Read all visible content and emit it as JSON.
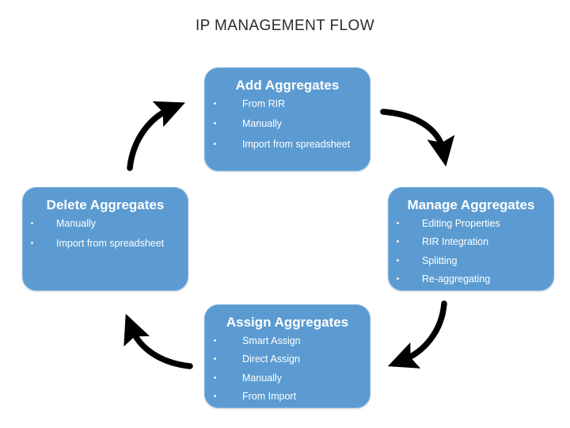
{
  "title": "IP MANAGEMENT FLOW",
  "colors": {
    "box_fill": "#5b9bd1",
    "box_border": "#7fb2dc",
    "box_text": "#ffffff",
    "title_text": "#2b2b2b",
    "arrow": "#000000",
    "background": "#ffffff"
  },
  "diagram": {
    "type": "cycle-flow",
    "stages": [
      {
        "id": "add",
        "title": "Add Aggregates",
        "items": [
          "From RIR",
          "Manually",
          "Import from spreadsheet"
        ]
      },
      {
        "id": "manage",
        "title": "Manage Aggregates",
        "items": [
          "Editing Properties",
          "RIR Integration",
          "Splitting",
          "Re-aggregating"
        ]
      },
      {
        "id": "assign",
        "title": "Assign Aggregates",
        "items": [
          "Smart Assign",
          "Direct Assign",
          "Manually",
          "From Import"
        ]
      },
      {
        "id": "delete",
        "title": "Delete Aggregates",
        "items": [
          "Manually",
          "Import from spreadsheet"
        ]
      }
    ],
    "arrows": [
      {
        "id": "add-to-manage",
        "from": "add",
        "to": "manage",
        "direction": "clockwise"
      },
      {
        "id": "manage-to-assign",
        "from": "manage",
        "to": "assign",
        "direction": "clockwise"
      },
      {
        "id": "assign-to-delete",
        "from": "assign",
        "to": "delete",
        "direction": "clockwise"
      },
      {
        "id": "delete-to-add",
        "from": "delete",
        "to": "add",
        "direction": "clockwise"
      }
    ]
  }
}
